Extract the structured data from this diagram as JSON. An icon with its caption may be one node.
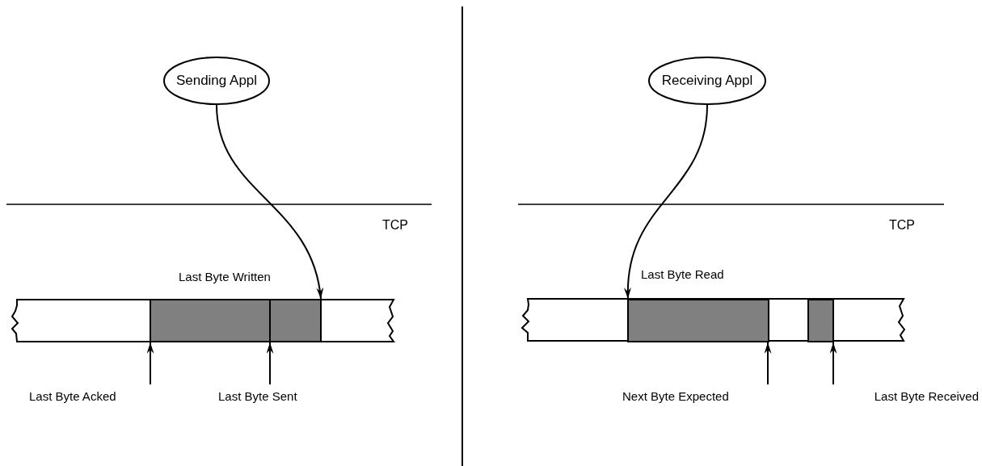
{
  "diagram": {
    "nodes": [
      {
        "text": [
          "Sending Appl"
        ]
      },
      {
        "text": [
          "Receiving Appl"
        ]
      },
      {
        "text": [
          "Last Byte Acked"
        ]
      },
      {
        "text": [
          "Last Byte Sent"
        ]
      },
      {
        "text": [
          "Next Byte Expected"
        ]
      },
      {
        "text": [
          "Last Byte Received"
        ]
      },
      {
        "text": [],
        "shape": "bar"
      },
      {
        "text": [],
        "shape": "bar"
      },
      {
        "text": [],
        "shape": "bar"
      },
      {
        "text": [],
        "shape": "bar"
      }
    ],
    "edges": [
      {
        "from": 0,
        "to": 7,
        "arrow": "to"
      },
      {
        "from": 2,
        "to": 6,
        "arrow": "to"
      },
      {
        "from": 3,
        "to": 7,
        "arrow": "to"
      },
      {
        "from": 1,
        "to": 8,
        "arrow": "to"
      },
      {
        "from": 4,
        "to": 8,
        "arrow": "to"
      },
      {
        "from": 5,
        "to": 9,
        "arrow": "to"
      }
    ],
    "labels": [
      "TCP",
      "TCP",
      "Last Byte Written",
      "Last Byte Read"
    ]
  }
}
